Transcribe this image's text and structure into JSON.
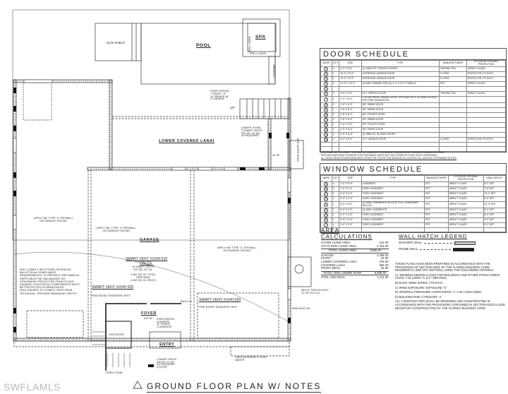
{
  "plan": {
    "title": "GROUND FLOOR PLAN W/ NOTES",
    "watermark": "SWFLAMLS",
    "labels": {
      "sun_shelf": "SUN SHELF",
      "pool": "POOL",
      "spa": "SPA",
      "spill_over_1": "SPILL OVER",
      "spill_over_2": "SPILL OVER",
      "swimout": "SWIMOUT",
      "lower_covered_lanai": "LOWER COVERED LANAI",
      "garage": "GARAGE",
      "foyer": "FOYER",
      "foyer_area": "222 SF",
      "elevator": "ELEVATOR",
      "entry": "ENTRY",
      "built_in": "BUILT-IN",
      "pool_equip": "POOL EQUIP PAD",
      "sf44": "44 SF",
      "up": "UP",
      "open_stair": "OPEN STAIR",
      "tankless": "TANKLESS WH",
      "cantilevered": "CANTILEVERED FLOOR\nABOVE",
      "mech_pad": "MECH. PAD AT ELEV.\n12.00' N.A.V.D."
    },
    "notes": {
      "stair_design_top": "STAIR DESIGN:\n7 RISER 7.5\"\n10 TREADS @\n1 LANDING",
      "under_stairs": "(UNDER STAIR)\n2 SMART VENTS\n200 SQ. IN. EA.\n44 REQUIRED",
      "drywall_1": "APPLY 5/8\" TYPE \"X\" DRYWALL\nON GARAGE CEILING",
      "drywall_2": "APPLY 5/8\" TYPE \"X\" DRYWALL\nON GARAGE CEILING",
      "drywall_3": "APPLY 5/8\" TYPE \"X\" DRYWALL\nON GARAGE CEILING",
      "smart_vent_510": "SMART VENT #1540-510",
      "calcs": "CALCS.",
      "smart_vent_510_detail": "13 SMART VENTS\n200 SQ. IN. EA.\n\n2,600 SQ. IN. TOTAL\nPROVIDED\n2,469 SQ. IN. REQ'D",
      "smart_vent_520a": "SMART VENT #1540-520",
      "smart_vent_520b": "SMART VENT #1540-520",
      "fire_rated": "FIRE RATED TRANSFER VENT",
      "fema": "WILL COMPLY WITH FEMA TECHNICAL\nBULLETIN #4 COMPLIANCE\nREQUIREMENTS. IF PRESENT, MECHANICAL\nPARTS MUST BE GALVANIZED OR\nOTHERWISE PROTECTED FROM FLOOD\nDAMAGE. ELECTRICAL COMPONENTS MUST\nBE PROTECTED IN NEMA RATED\nENCLOSURES TO COMPLY WITH FEMA\nTECHNICAL. PROVIDE DRAINAGE FOR PIT.",
      "stair_design_foyer": "STAIR DESIGN:\n16 RISERS\n15 TREADS\n2 LANDINGS",
      "entry_vents": "2 SMART VENTS\n200 SQ. IN. EA.\n222 REQUIRED\n(FOYER)"
    },
    "marks": [
      "1",
      "2",
      "3",
      "4",
      "5",
      "8",
      "9",
      "10",
      "11",
      "12",
      "13",
      "15",
      "A",
      "B",
      "C",
      "D",
      "E",
      "F",
      "G",
      "H",
      "I"
    ]
  },
  "door_schedule": {
    "title": "DOOR SCHEDULE",
    "columns": [
      "MARK",
      "QTY",
      "SIZE",
      "TYPE",
      "MANUFACTURER",
      "EXTERIOR OPENING PROTECTION"
    ],
    "rows": [
      [
        "1",
        "4",
        "6'-0\" x 8'-0\"",
        "(2) 3080 EXT. FRENCH DOORS",
        "THERMA-TRU",
        "IMPACT GLASS"
      ],
      [
        "2",
        "1",
        "18'-0\" x 8'-0\"",
        "OVERHEAD GARAGE DOOR",
        "CLOPAY",
        "RATED FOR 170 M.P.H."
      ],
      [
        "3",
        "1",
        "10'-0\" x 8'-0\"",
        "OVERHEAD GARAGE DOOR",
        "CLOPAY",
        "RATED FOR 170 M.P.H."
      ],
      [
        "4",
        "3",
        "10'-0\" x 10'-0\"",
        "ALUMN. FRAMED SGD (3) 3'-4\" x 10'-0\" PANELS",
        "PGT",
        "IMPACT GLASS"
      ],
      [
        "5",
        "",
        "",
        "",
        "",
        ""
      ],
      [
        "6",
        "2",
        "3'-0\" x 8'-0\"",
        "EXT. FRENCH DOOR",
        "THERMA-TRU",
        "IMPACT GLASS"
      ],
      [
        "7",
        "1",
        "3'-0\" x 8'-0\"",
        "1-HOUR RATED SWING DOOR / PROVIDE SELF CLOSING DEVICE FOR FIRE SEPARATION",
        "",
        ""
      ],
      [
        "8",
        "3",
        "3'-0\" x 8'-0\"",
        "INT. SWING DOOR",
        "",
        ""
      ],
      [
        "9",
        "2",
        "2'-8\" x 8'-0\"",
        "INT. SWING DOOR",
        "",
        ""
      ],
      [
        "10",
        "2",
        "2'-8\" x 8'-0\"",
        "INT. POCKET DOOR",
        "",
        ""
      ],
      [
        "11",
        "2",
        "2'-8\" x 8'-0\"",
        "INT. SWING DOOR",
        "",
        ""
      ],
      [
        "12",
        "1",
        "2'-8\" x 8'-0\"",
        "INT. POCKET DOOR",
        "",
        ""
      ],
      [
        "13",
        "2",
        "2'-6\" x 8'-0\"",
        "INT. SWING DOOR",
        "",
        ""
      ],
      [
        "14",
        "2",
        "5'-0\" x 8'-0\"",
        "(2) 3080 INT. BI-PASS DOORS",
        "",
        ""
      ],
      [
        "15",
        "1",
        "8'-0\" x 8'-0\"",
        "O.H. GARAGE DOOR",
        "CLOPAY",
        "RATED FOR 170 M.P.H."
      ],
      [
        "",
        "",
        "",
        "",
        "",
        ""
      ],
      [
        "",
        "",
        "",
        "",
        "",
        ""
      ]
    ]
  },
  "window_notes": [
    "CONTRACTOR TO VERIFY THE SIZE OF MASONRY OPENINGS REQUIRED WITH WINDOW MANUFACTURER.",
    "PROVIDE MATCHING SCREENS FOR OPERABLE UNITS NOT ENCLOSED BY POOL DECK SCREENING.",
    "ALL HEAD HEIGHTS ARE MEASURED FROM THE FLOOR THE WINDOW IS LOCATED ON, UNLESS OTHERWISE NOTED."
  ],
  "window_schedule": {
    "title": "WINDOW SCHEDULE",
    "columns": [
      "MARK",
      "QTY",
      "SIZE",
      "TYPE",
      "MANUFACTURER",
      "EXTERIOR OPENING PROTECTION",
      "HEAD HEIGHT"
    ],
    "rows": [
      [
        "A",
        "4",
        "3'-0\" x 5'-0\"",
        "CASEMENT",
        "PGT",
        "IMPACT GLASS",
        "8'-0\" AFF"
      ],
      [
        "B",
        "3",
        "2'-0\" x 4'-0\"",
        "FIXED CASEMENT",
        "PGT",
        "IMPACT GLASS",
        "7'-8\" AFF"
      ],
      [
        "C",
        "2",
        "3'-0\" x 3'-0\"",
        "FIXED CASEMENT",
        "PGT",
        "IMPACT GLASS",
        "12'-0\" AFF"
      ],
      [
        "D",
        "2",
        "3'-0\" x 3'-0\"",
        "FIXED CASEMENT",
        "PGT",
        "IMPACT GLASS",
        "8'-0\" AFF"
      ],
      [
        "E",
        "1",
        "8'-0\" x 8'-0\"",
        "(2) 3080 CASEMENTS W/ (2) 3F FULL TRANSOMS MULLED",
        "PGT",
        "IMPACT GLASS",
        "10'-0\" AFF"
      ],
      [
        "F",
        "1",
        "8'-0\" x 6'-0\"",
        "(2) 3060 CASEMENTS",
        "PGT",
        "IMPACT GLASS",
        "8'-0\" AFF"
      ],
      [
        "G",
        "1",
        "4'-0\" x 3'-0\"",
        "FIXED CASEMENT",
        "PGT",
        "IMPACT GLASS",
        "8'-0\" AFF"
      ],
      [
        "H",
        "1",
        "6'-0\" x 3'-0\"",
        "FIXED CASEMENT",
        "PGT",
        "IMPACT GLASS",
        "8'-0\" AFF"
      ],
      [
        "I",
        "1",
        "3'-0\" x 3'-0\"",
        "FIXED CASEMENT",
        "PGT",
        "IMPACT GLASS",
        "8'-0\" AFF"
      ],
      [
        "",
        "",
        "",
        "",
        "",
        "",
        ""
      ]
    ]
  },
  "area_calculations": {
    "title": "AREA CALCULATIONS",
    "living": [
      [
        "FOYER LIVING AREA",
        "222 SF"
      ],
      [
        "1st FLOOR LIVING AREA",
        "2,763 SF"
      ]
    ],
    "total_living": [
      "TOTAL LIVING AREA",
      "2,985 SF"
    ],
    "other": [
      [
        "GARAGE",
        "2,469 SF"
      ],
      [
        "ENTRY",
        "42 SF"
      ],
      [
        "LOWER COVERED LANAI",
        "376 SF"
      ],
      [
        "COVERED LANAI",
        "392 SF"
      ],
      [
        "FRONT DECK",
        "42 SF"
      ]
    ],
    "total_roof": [
      "TOTAL AREA UNDER ROOF",
      "6,308 SF"
    ],
    "pool": [
      "POOL AND DECK",
      "1,212 SF"
    ]
  },
  "wall_hatch_legend": {
    "title": "WALL HATCH LEGEND",
    "masonry": "MASONRY WALL",
    "frame": "FRAME WALL"
  },
  "code_notes": [
    "THESE PLANS HAVE BEEN PREPARED IN ACCORDANCE WITH THE PROVISIONS OF SECTION R301 OF THE FLORIDA BUILDING CODE - RESIDENTIAL (FBC 8th EDITION), USING THE FOLLOWING CRITERIA:",
    "A) \"MINIMUM DESIGN LOADS FOR BUILDINGS AND OTHER STRUCTURES\" (ASCE 7-22 USING \"C & C\" METHOD)",
    "B) BASIC WIND SPEED: 170 M.P.H.",
    "C) WIND EXPOSURE: EXPOSURE \"C\"",
    "D) INTERNAL PRESSURE COEFFICIENT: +/- 0.18 / ENCLOSED",
    "E) BUILDING RISK CATEGORY: II",
    "ALL CONSTRUCTION SHALL BE DESIGNED AND CONSTRUCTED IN ACCORDANCE WITH THE PROVISIONS CONTAINED IN SECTION R322 FLOOD RESISTANT CONSTRUCTION OF THE FLORIDA BUILDING CODE"
  ]
}
